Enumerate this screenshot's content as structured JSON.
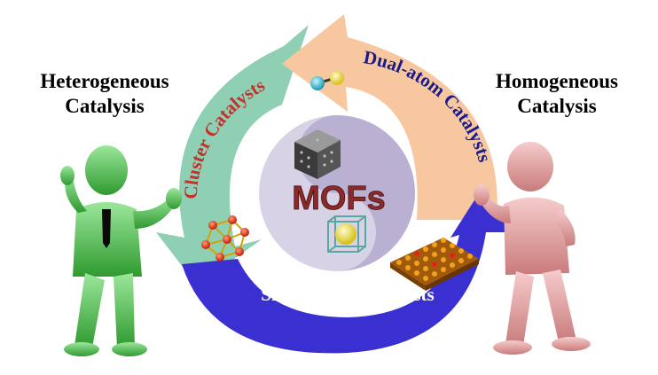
{
  "labels": {
    "left": {
      "line1": "Heterogeneous",
      "line2": "Catalysis"
    },
    "right": {
      "line1": "Homogeneous",
      "line2": "Catalysis"
    }
  },
  "center": {
    "title": "MOFs"
  },
  "cycle": [
    {
      "label": "Cluster Catalysts",
      "color": "#8fd0b4",
      "text_color": "#c0322b",
      "icon": "icosahedron-cluster-icon"
    },
    {
      "label": "Dual-atom Catalysts",
      "color": "#f7c7a0",
      "text_color": "#1a1a8a",
      "icon": "dumbbell-pair-icon"
    },
    {
      "label": "Single-atom Catalysts",
      "color": "#3a2fd0",
      "text_color": "#ffffff",
      "icon": "atom-lattice-icon"
    }
  ],
  "figures": [
    {
      "name": "green-figure",
      "color": "#5ec45e"
    },
    {
      "name": "pink-figure",
      "color": "#e8a3a3"
    }
  ],
  "center_colors": {
    "text": "#8a2a2a",
    "disc": "#d8d2e6",
    "swirl": "#b9b0d2"
  }
}
